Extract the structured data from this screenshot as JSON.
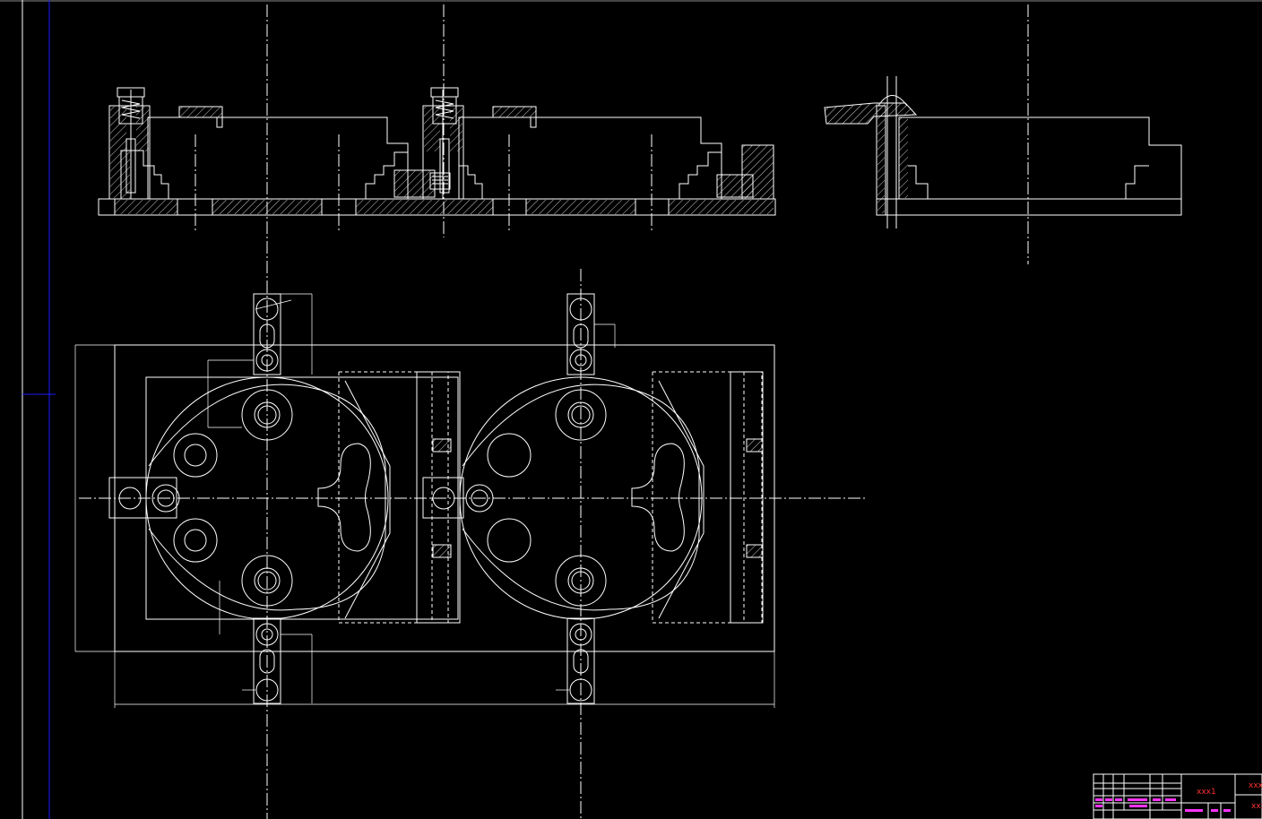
{
  "title_block": {
    "drawing_name": "xxx1",
    "company_line_1": "xxx",
    "company_line_2": "xxx"
  },
  "colors": {
    "background": "#000000",
    "geometry": "#ffffff",
    "border_frame": "#1a1aff",
    "title_block_text": "#ff3333",
    "title_block_labels": "#ff33ff"
  }
}
